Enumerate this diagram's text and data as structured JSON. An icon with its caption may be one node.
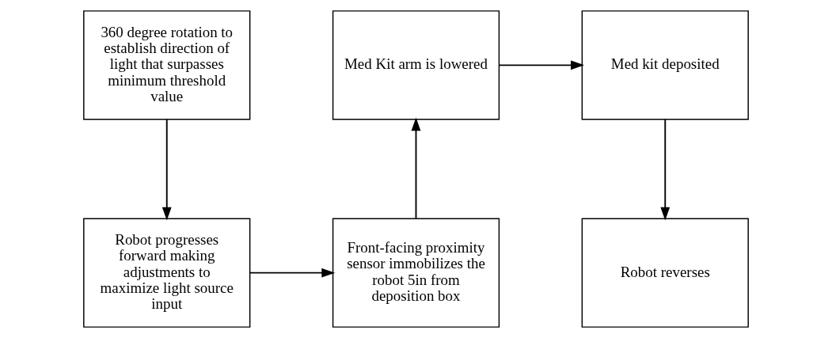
{
  "diagram": {
    "nodes": [
      {
        "text": [
          "360 degree rotation to establish direction of light that surpasses minimum threshold value"
        ]
      },
      {
        "text": [
          "Robot progresses forward making adjustments to maximize light source input"
        ]
      },
      {
        "text": [
          "Front-facing proximity sensor immobilizes the robot 5in from deposition box"
        ]
      },
      {
        "text": [
          "Med Kit arm is lowered"
        ]
      },
      {
        "text": [
          "Med kit deposited"
        ]
      },
      {
        "text": [
          "Robot reverses"
        ]
      }
    ],
    "edges": [
      {
        "from": 0,
        "to": 1,
        "arrow": "to"
      },
      {
        "from": 1,
        "to": 2,
        "arrow": "to"
      },
      {
        "from": 2,
        "to": 3,
        "arrow": "to"
      },
      {
        "from": 3,
        "to": 4,
        "arrow": "to"
      },
      {
        "from": 4,
        "to": 5,
        "arrow": "to"
      }
    ]
  }
}
